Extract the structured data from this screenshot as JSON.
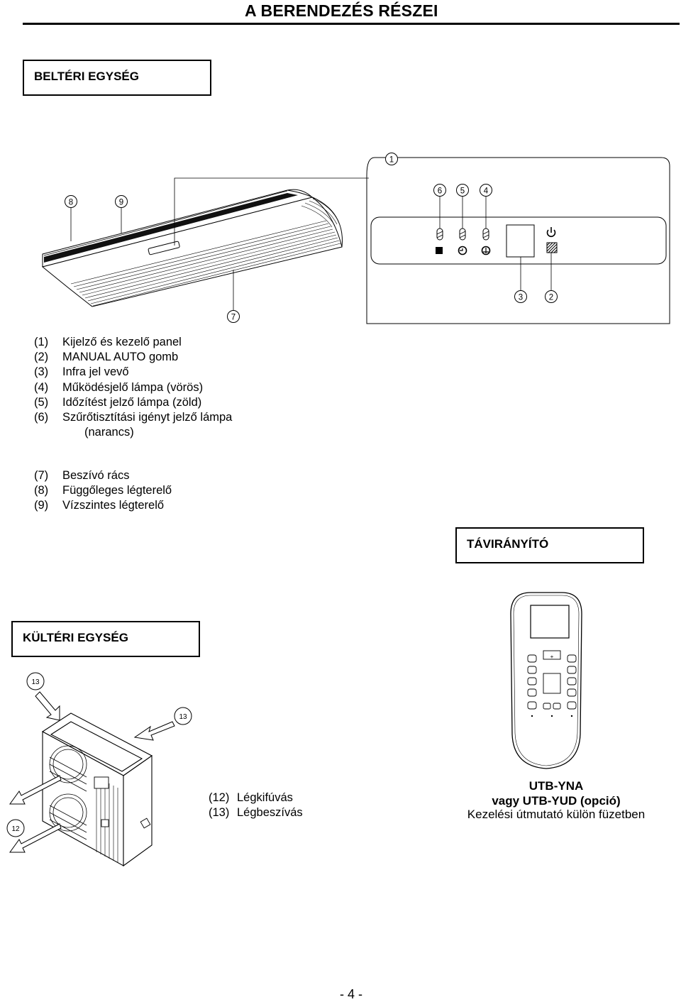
{
  "page_title": "A BERENDEZÉS RÉSZEI",
  "indoor": {
    "heading": "BELTÉRI EGYSÉG",
    "parts": [
      {
        "num": "(1)",
        "label": "Kijelző és kezelő panel"
      },
      {
        "num": "(2)",
        "label": "MANUAL AUTO gomb"
      },
      {
        "num": "(3)",
        "label": "Infra jel vevő"
      },
      {
        "num": "(4)",
        "label": "Működésjelő lámpa (vörös)"
      },
      {
        "num": "(5)",
        "label": "Időzítést jelző lámpa (zöld)"
      },
      {
        "num": "(6)",
        "label": "Szűrőtisztítási igényt jelző lámpa"
      }
    ],
    "part6_continuation": "(narancs)",
    "parts_b": [
      {
        "num": "(7)",
        "label": "Beszívó rács"
      },
      {
        "num": "(8)",
        "label": "Függőleges légterelő"
      },
      {
        "num": "(9)",
        "label": "Vízszintes légterelő"
      }
    ],
    "diagram_callouts": {
      "c1": "1",
      "c2": "2",
      "c3": "3",
      "c4": "4",
      "c5": "5",
      "c6": "6",
      "c7": "7",
      "c8": "8",
      "c9": "9"
    }
  },
  "remote": {
    "heading": "TÁVIRÁNYÍTÓ",
    "model_line1": "UTB-YNA",
    "model_line2": "vagy UTB-YUD (opció)",
    "note": "Kezelési útmutató külön füzetben"
  },
  "outdoor": {
    "heading": "KÜLTÉRI EGYSÉG",
    "parts": [
      {
        "num": "(12)",
        "label": "Légkifúvás"
      },
      {
        "num": "(13)",
        "label": "Légbeszívás"
      }
    ],
    "diagram_callouts": {
      "c12": "12",
      "c13": "13"
    }
  },
  "page_number": "- 4 -"
}
